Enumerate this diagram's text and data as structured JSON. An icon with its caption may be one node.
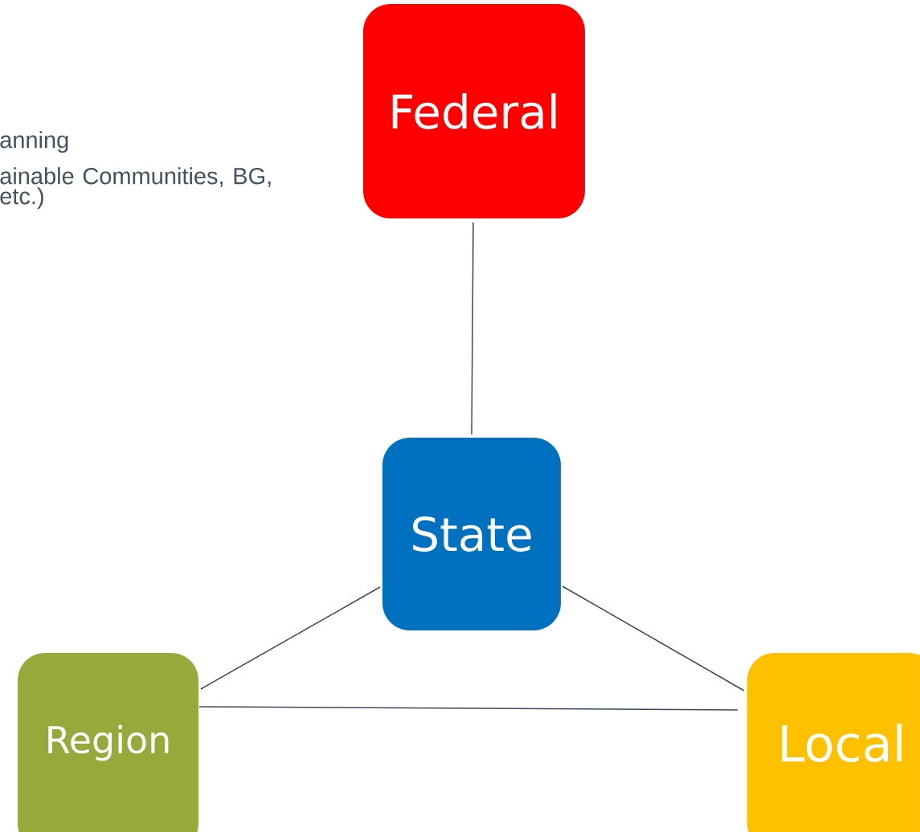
{
  "diagram": {
    "nodes": [
      {
        "text": [
          "Federal"
        ]
      },
      {
        "text": [
          "State"
        ]
      },
      {
        "text": [
          "Region"
        ]
      },
      {
        "text": [
          "Local"
        ]
      }
    ],
    "edges": [
      {
        "from": 0,
        "to": 1,
        "arrow": "none"
      },
      {
        "from": 1,
        "to": 2,
        "arrow": "none"
      },
      {
        "from": 1,
        "to": 3,
        "arrow": "none"
      },
      {
        "from": 2,
        "to": 3,
        "arrow": "none"
      }
    ],
    "labels": [
      "anning",
      "ainable Communities, BG, etc.)"
    ]
  }
}
